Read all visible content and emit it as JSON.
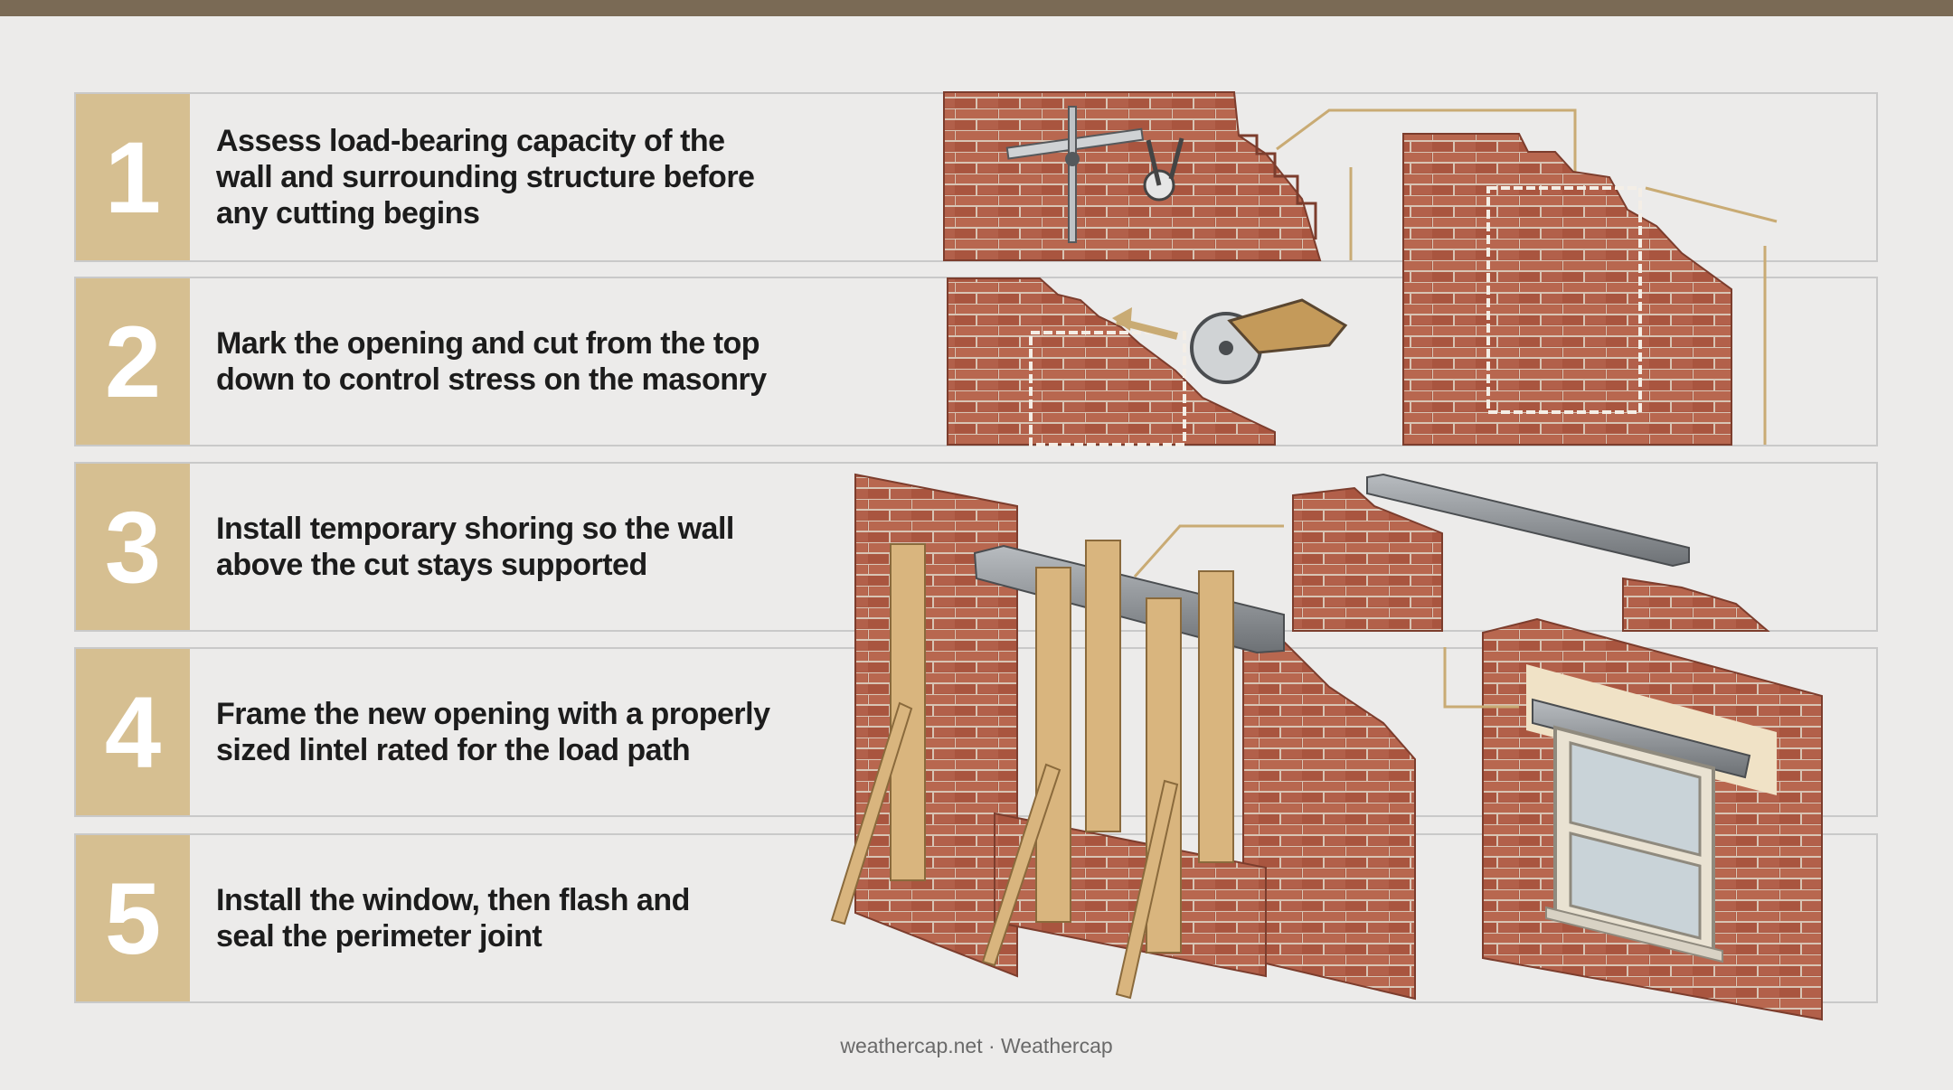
{
  "steps": [
    {
      "number": "1",
      "text": "Assess load-bearing capacity of the wall and surrounding structure before any cutting begins"
    },
    {
      "number": "2",
      "text": "Mark the opening and cut from the top down to control stress on the masonry"
    },
    {
      "number": "3",
      "text": "Install temporary shoring so the wall above the cut stays supported"
    },
    {
      "number": "4",
      "text": "Frame the new opening with a properly sized lintel rated for the load path"
    },
    {
      "number": "5",
      "text": "Install the window, then flash and seal the perimeter joint"
    }
  ],
  "footer": "weathercap.net · Weathercap",
  "colors": {
    "top_bar": "#7a6a55",
    "number_panel": "#d6bf91",
    "brick": "#b05e48",
    "timber": "#d9b57e",
    "steel": "#8a8e92",
    "annotation": "#c9ab74"
  }
}
